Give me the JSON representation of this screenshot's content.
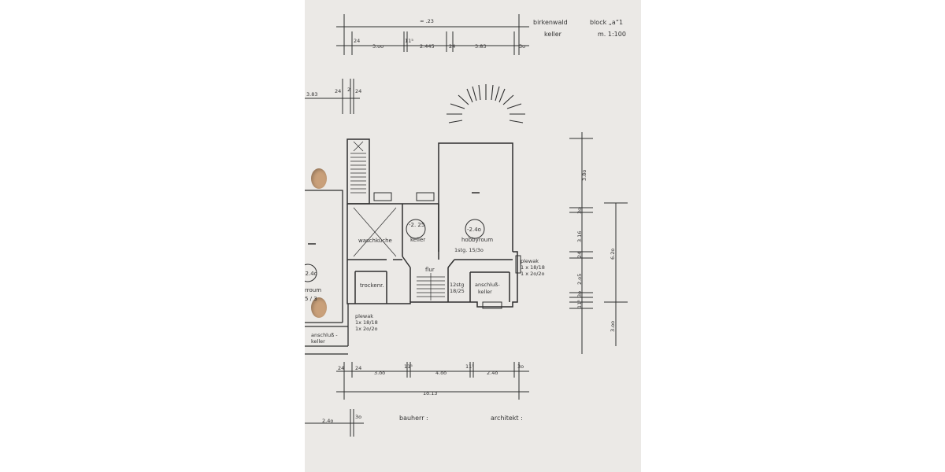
{
  "title_block": {
    "project": "birkenwald",
    "block": "block „a“1",
    "level": "keller",
    "scale": "m. 1:100",
    "bauherr_label": "bauherr :",
    "architekt_label": "architekt :"
  },
  "rooms": {
    "waschkueche": "waschküche",
    "keller": "keller",
    "keller_level": "-2. 25",
    "hobbyroom": "hobbyroum",
    "hobby_level": "-2.4o",
    "hobby_stairs": "1stg. 15/3o",
    "flur": "flur",
    "trockenr": "trockenr.",
    "anschluss_keller_1": "anschluß-",
    "anschluss_keller_2": "keller",
    "stair_note_1": "12stg",
    "stair_note_2": "18/25",
    "left_level": "-2.4o",
    "left_room": "rroum",
    "left_stairs": "5 / 3",
    "left_anschluss_1": "anschluß -",
    "left_anschluss_2": "keller"
  },
  "plewak_right": {
    "title": "plewak",
    "line1": "1 x 18/18",
    "line2": "1 x 2o/2o"
  },
  "plewak_left": {
    "title": "plewak",
    "line1": "1x 18/18",
    "line2": "1x 2o/2o"
  },
  "dims_top": {
    "overall": "≈ .23",
    "d24": "24",
    "d300": "3.oo",
    "d115": "11⁵",
    "d2445": "2.445",
    "d24b": "24",
    "d383": "3.83",
    "d30": "3o"
  },
  "dims_left": {
    "d383": "3.83",
    "d24": "24",
    "d2": "2",
    "d24b": "24"
  },
  "dims_right": {
    "d380": "3.8o",
    "d30": "3o",
    "d316": "3.16",
    "d620": "6.2o",
    "d24": "24",
    "d205": "2.o5",
    "d30b": "3o",
    "d115": "11⁵",
    "d300": "3.oo"
  },
  "dims_bottom": {
    "d24": "24",
    "d24b": "24",
    "d300": "3.oo",
    "d115": "11⁵",
    "d400": "4.oo",
    "d115b": "11⁵",
    "d240": "2.4o",
    "d30": "3o",
    "overall": "1o.13"
  },
  "dims_lower_left": {
    "d30": "3o",
    "d240": "2.4o"
  }
}
